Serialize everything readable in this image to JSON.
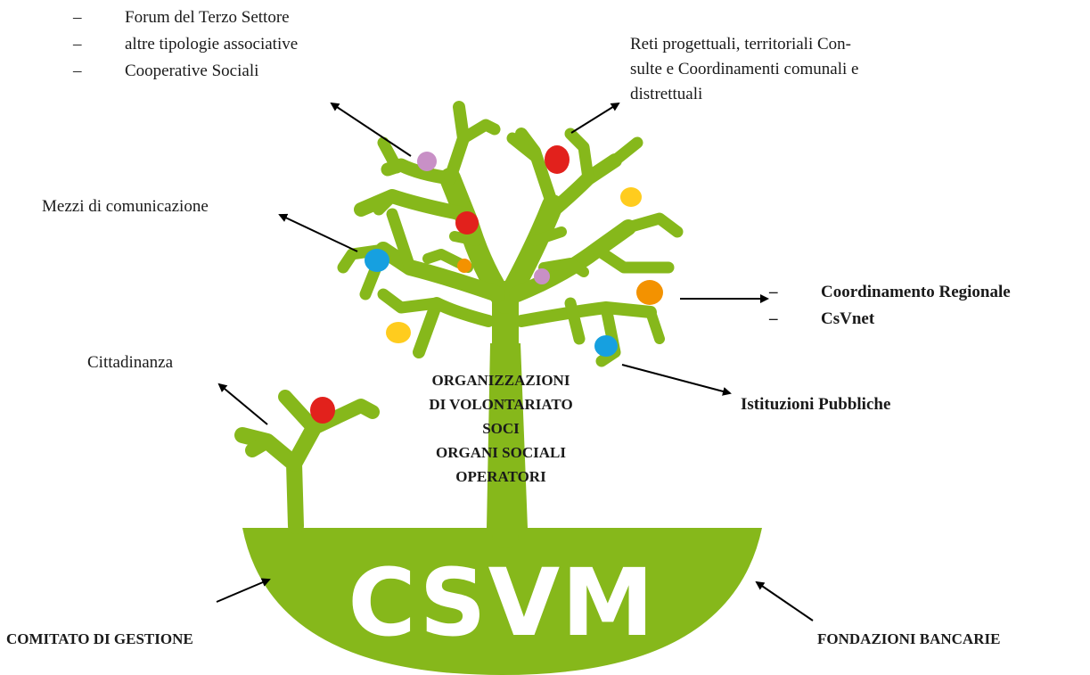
{
  "colors": {
    "tree_green": "#86b81b",
    "dot_red": "#e2211c",
    "dot_orange": "#f39200",
    "dot_yellow": "#ffcc1e",
    "dot_blue": "#16a0e0",
    "dot_pink": "#c890c6",
    "text": "#1a1a1a"
  },
  "top_left_list": [
    "Forum del Terzo Settore",
    "altre tipologie associative",
    "Cooperative Sociali"
  ],
  "top_right_text": [
    "Reti progettuali, territoriali Con-",
    "sulte e Coordinamenti comunali e",
    "distrettuali"
  ],
  "media_label": "Mezzi di comunicazione",
  "right_list": [
    "Coordinamento Regionale",
    "CsVnet"
  ],
  "istituzioni_label": "Istituzioni Pubbliche",
  "cittadinanza_label": "Cittadinanza",
  "center_lines": [
    "Organizzazioni",
    "di Volontariato",
    "Soci",
    "Organi Sociali",
    "Operatori"
  ],
  "logo_text": "CSVM",
  "comitato_label": "Comitato di Gestione",
  "fondazioni_label": "Fondazioni bancarie"
}
